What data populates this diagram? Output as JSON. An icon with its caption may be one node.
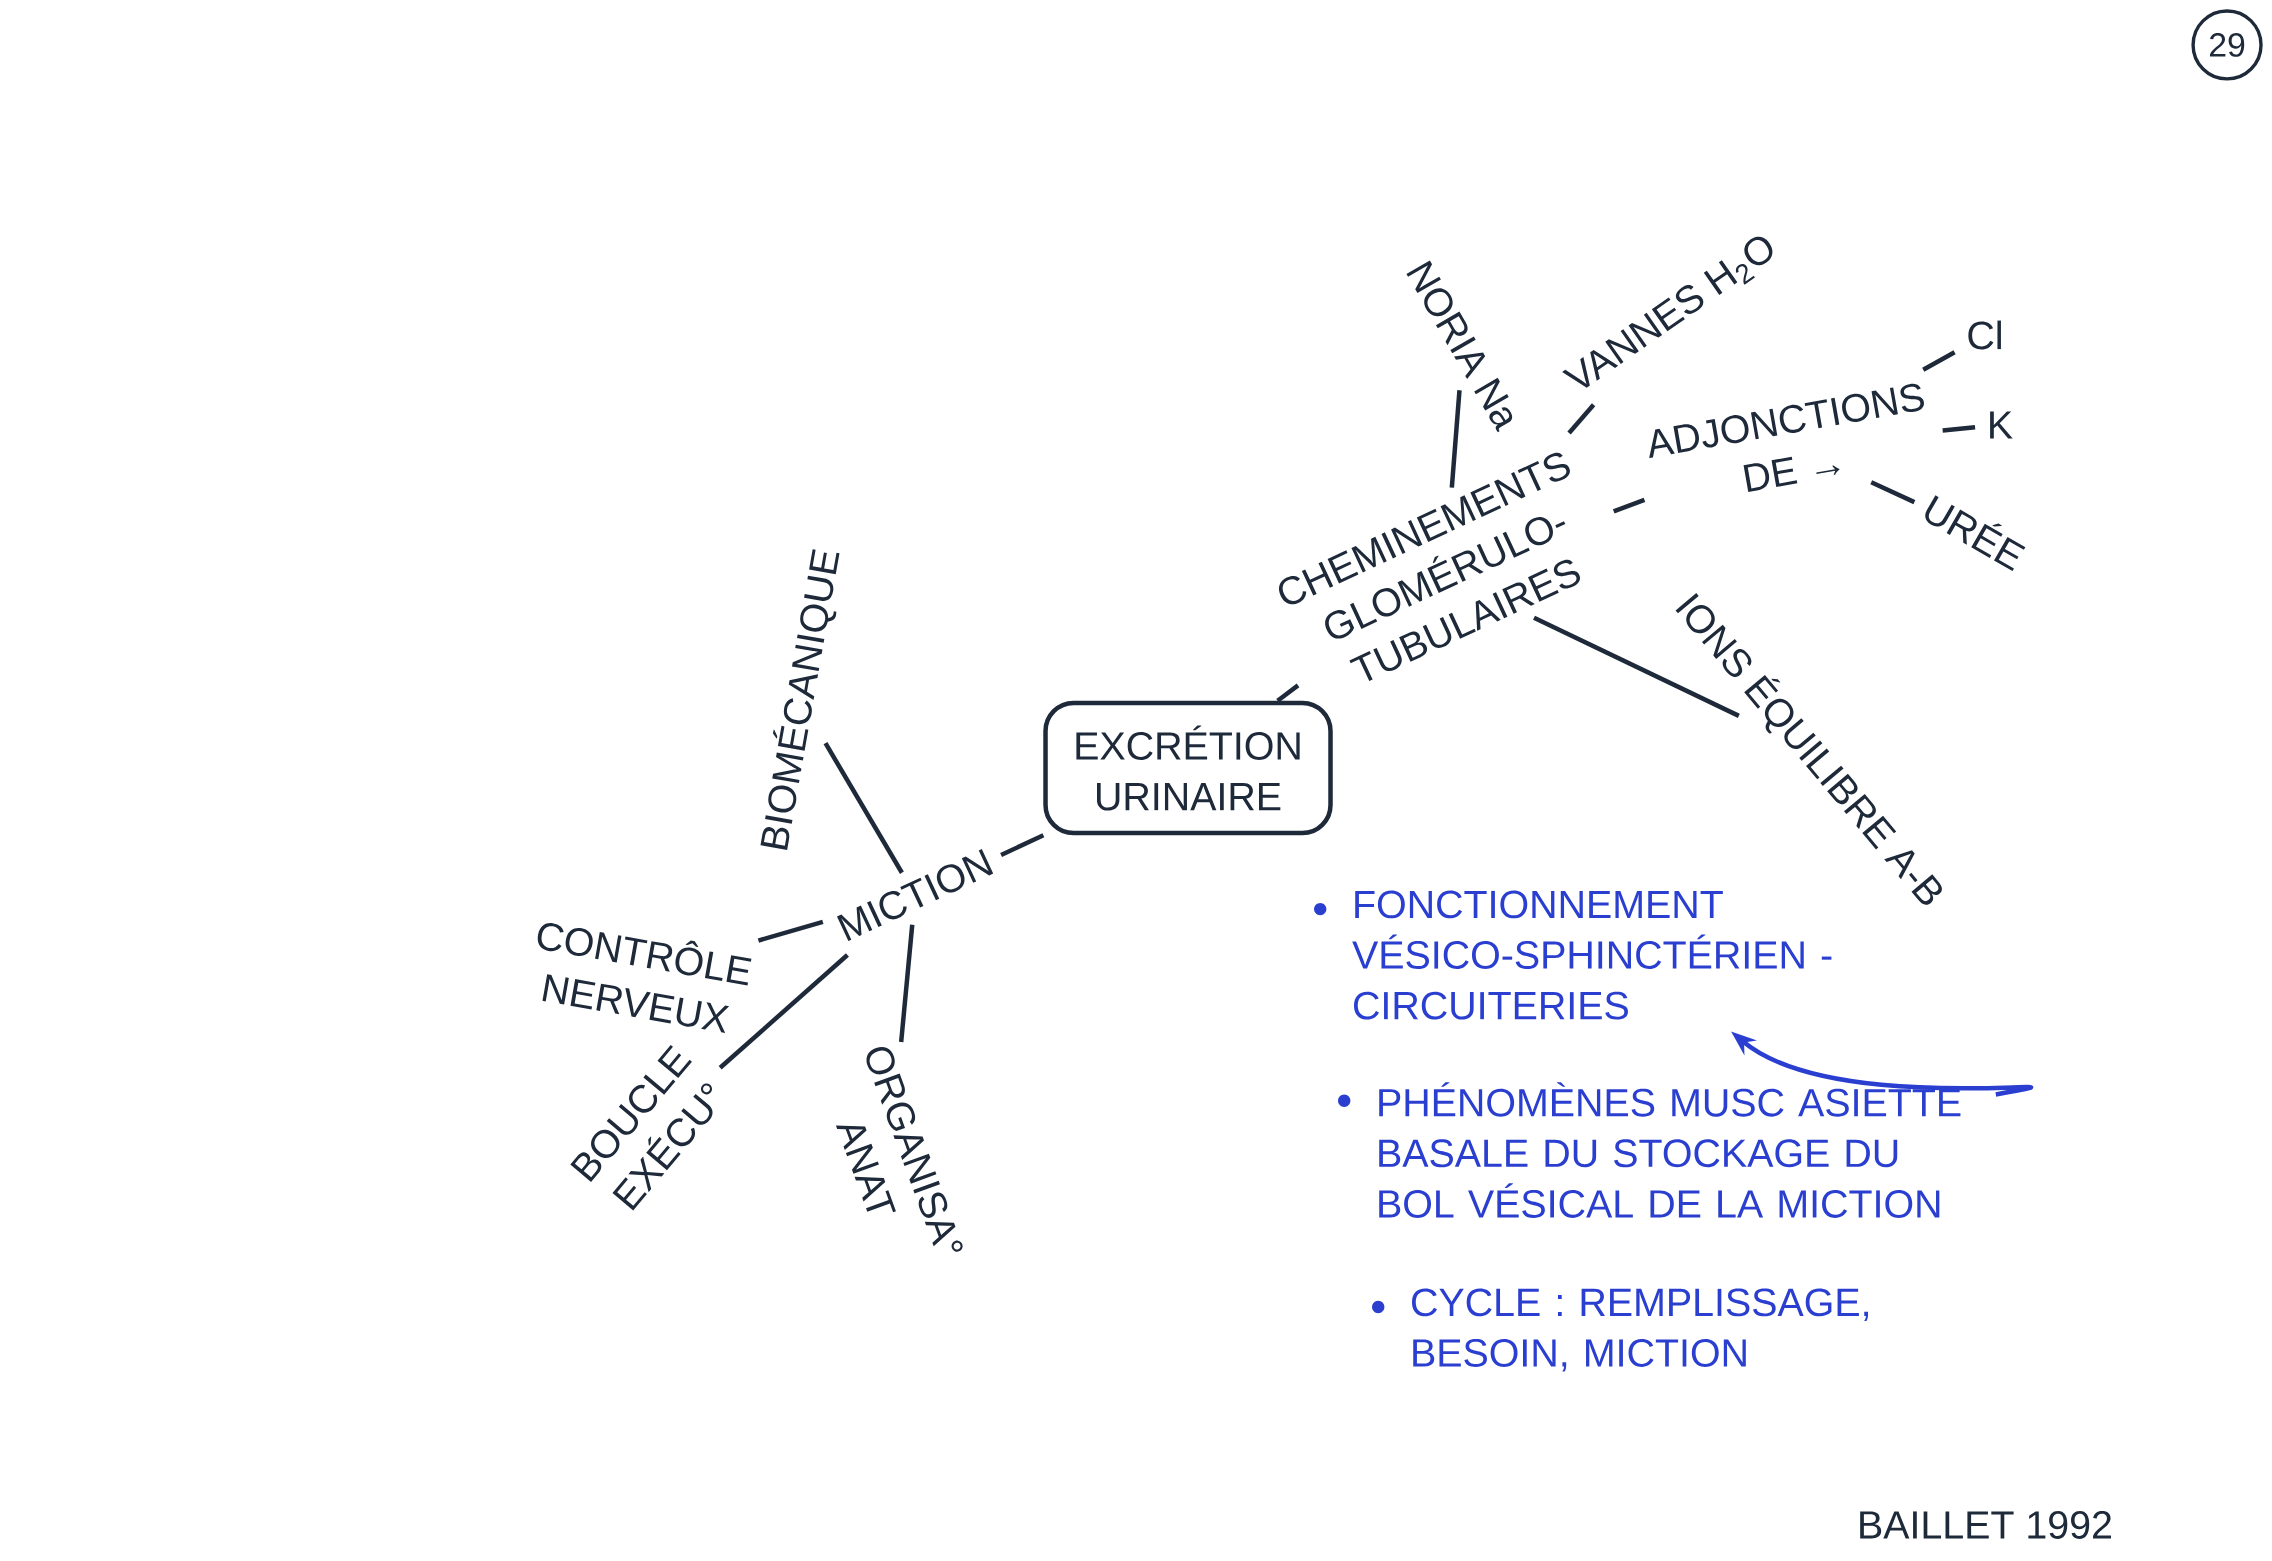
{
  "diagram": {
    "nodes": [
      {
        "text": [
          "EXCRÉTION URINAIRE"
        ]
      },
      {
        "text": [
          "MICTION"
        ]
      },
      {
        "text": [
          "CONTRÔLE NERVEUX"
        ]
      },
      {
        "text": [
          "BIOMÉCANIQUE"
        ]
      },
      {
        "text": [
          "ORGANISA°",
          "ANAT"
        ]
      },
      {
        "text": [
          "BOUCLE",
          "EXÉCU°"
        ]
      },
      {
        "text": [
          "CHEMINEMENTS",
          "GLOMÉRULO-TUBULAIRES"
        ]
      },
      {
        "text": [
          "NORIA Na"
        ]
      },
      {
        "text": [
          "VANNES H$_{2}$O"
        ]
      },
      {
        "text": [
          "ADJONCTIONS",
          "DE →"
        ]
      },
      {
        "text": [
          "Cl"
        ]
      },
      {
        "text": [
          "K"
        ]
      },
      {
        "text": [
          "URÉE"
        ]
      },
      {
        "text": [
          "IONS ÉQUILIBRE A-B"
        ]
      },
      {
        "text": [
          "FONCTIONNEMENT VÉSICO-SPHINCTÉRIEN - CIRCUITERIES"
        ]
      },
      {
        "text": [
          "PHÉNOMÈNES MUSC ASIETTE BASALE DU STOCKAGE DU BOL VÉSICAL DE LA MICTION"
        ]
      },
      {
        "text": [
          "CYCLE : REMPLISSAGE, BESOIN, MICTION"
        ]
      }
    ],
    "edges": [
      {
        "from": 0,
        "to": 1,
        "arrow": "none"
      },
      {
        "from": 1,
        "to": 2,
        "arrow": "none"
      },
      {
        "from": 1,
        "to": 3,
        "arrow": "none"
      },
      {
        "from": 1,
        "to": 4,
        "arrow": "none"
      },
      {
        "from": 1,
        "to": 5,
        "arrow": "none"
      },
      {
        "from": 0,
        "to": 6,
        "arrow": "none"
      },
      {
        "from": 6,
        "to": 7,
        "arrow": "none"
      },
      {
        "from": 6,
        "to": 8,
        "arrow": "none"
      },
      {
        "from": 6,
        "to": 9,
        "arrow": "none"
      },
      {
        "from": 6,
        "to": 13,
        "arrow": "none"
      },
      {
        "from": 9,
        "to": 10,
        "arrow": "none"
      },
      {
        "from": 9,
        "to": 11,
        "arrow": "none"
      },
      {
        "from": 9,
        "to": 12,
        "arrow": "none"
      },
      {
        "from": 15,
        "to": 14,
        "arrow": "to",
        "color": "#2a3fd0"
      }
    ],
    "labels": [
      "29",
      "BAILLET 1992"
    ]
  }
}
